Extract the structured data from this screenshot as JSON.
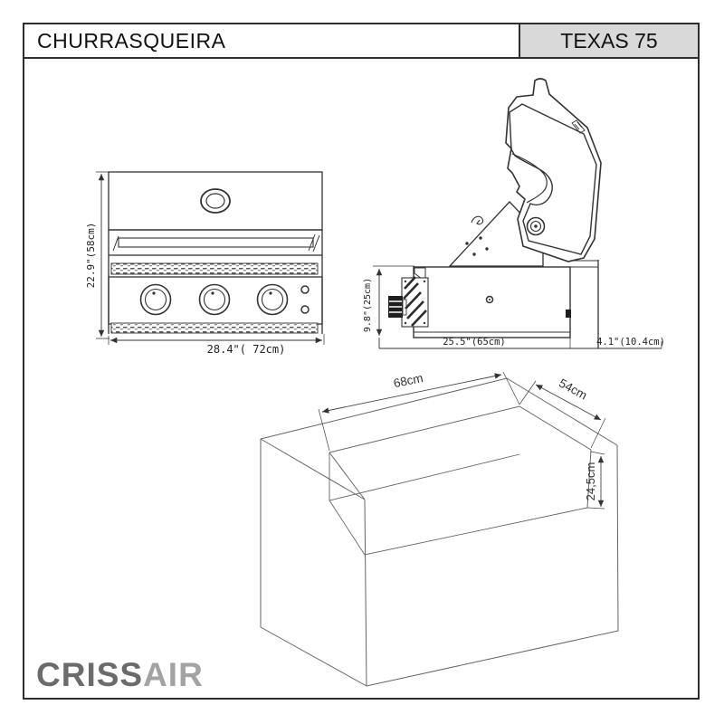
{
  "header": {
    "title": "CHURRASQUEIRA",
    "model": "TEXAS 75"
  },
  "front_view": {
    "height_label": "22.9\"(58cm)",
    "width_label": "28.4\"( 72cm)"
  },
  "side_view": {
    "height_label": "9.8\"(25cm)",
    "width_label": "25.5\"(65cm)",
    "offset_label": "4.1\"(10.4cm)"
  },
  "cutout_view": {
    "width_label": "68cm",
    "depth_label": "54cm",
    "height_label": "24,5cm"
  },
  "brand": {
    "name_primary": "CRISS",
    "name_secondary": "AIR"
  },
  "colors": {
    "line": "#333333",
    "header_fill": "#d9d9d9",
    "logo_dark": "#6b6b6b",
    "logo_light": "#a3a3a3"
  }
}
